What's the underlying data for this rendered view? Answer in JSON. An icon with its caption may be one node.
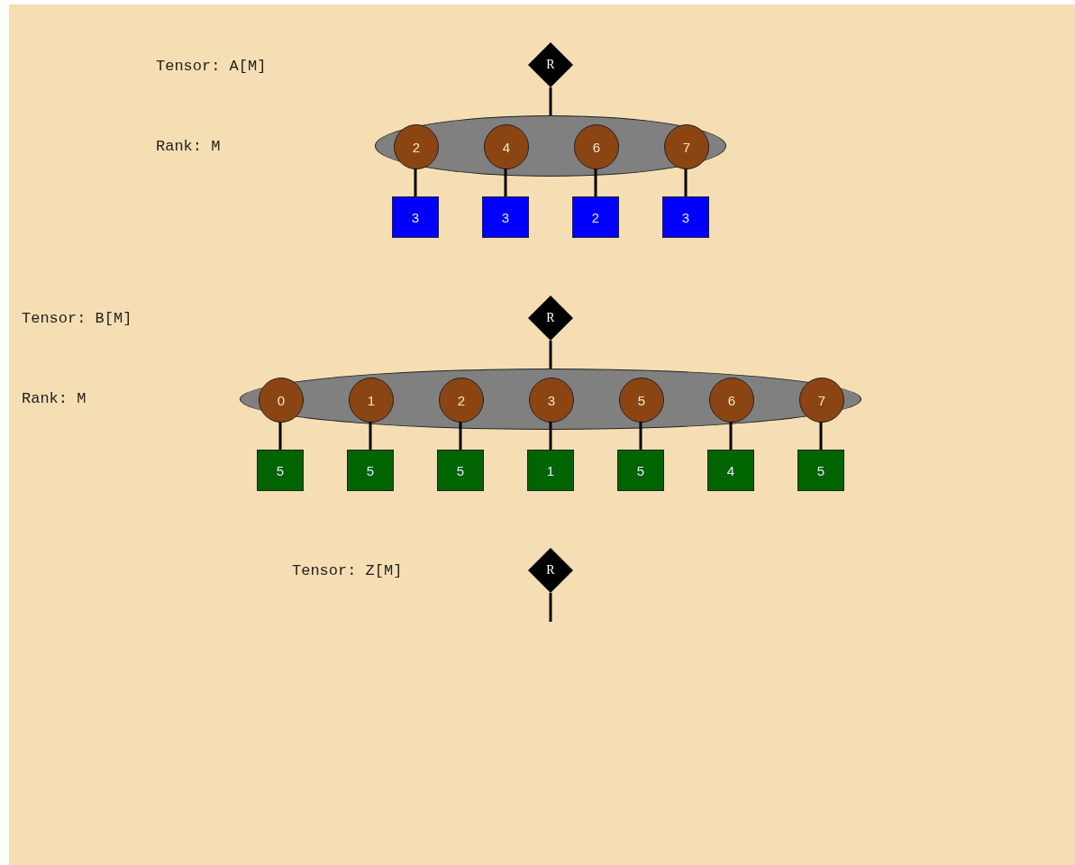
{
  "diagram": {
    "nodes": [
      {
        "text": [
          "R"
        ]
      },
      {
        "text": [],
        "shape": "ellipse"
      },
      {
        "text": [
          "2"
        ],
        "in": 1
      },
      {
        "text": [
          "4"
        ],
        "in": 1
      },
      {
        "text": [
          "6"
        ],
        "in": 1
      },
      {
        "text": [
          "7"
        ],
        "in": 1
      },
      {
        "text": [
          "3"
        ]
      },
      {
        "text": [
          "3"
        ]
      },
      {
        "text": [
          "2"
        ]
      },
      {
        "text": [
          "3"
        ]
      },
      {
        "text": [
          "R"
        ]
      },
      {
        "text": [],
        "shape": "ellipse"
      },
      {
        "text": [
          "0"
        ],
        "in": 11
      },
      {
        "text": [
          "1"
        ],
        "in": 11
      },
      {
        "text": [
          "2"
        ],
        "in": 11
      },
      {
        "text": [
          "3"
        ],
        "in": 11
      },
      {
        "text": [
          "5"
        ],
        "in": 11
      },
      {
        "text": [
          "6"
        ],
        "in": 11
      },
      {
        "text": [
          "7"
        ],
        "in": 11
      },
      {
        "text": [
          "5"
        ]
      },
      {
        "text": [
          "5"
        ]
      },
      {
        "text": [
          "5"
        ]
      },
      {
        "text": [
          "1"
        ]
      },
      {
        "text": [
          "5"
        ]
      },
      {
        "text": [
          "4"
        ]
      },
      {
        "text": [
          "5"
        ]
      },
      {
        "text": [
          "R"
        ]
      }
    ],
    "edges": [
      {
        "from": 0,
        "to": 1,
        "arrow": "none"
      },
      {
        "from": 2,
        "to": 6,
        "arrow": "none"
      },
      {
        "from": 3,
        "to": 7,
        "arrow": "none"
      },
      {
        "from": 4,
        "to": 8,
        "arrow": "none"
      },
      {
        "from": 5,
        "to": 9,
        "arrow": "none"
      },
      {
        "from": 10,
        "to": 11,
        "arrow": "none"
      },
      {
        "from": 12,
        "to": 19,
        "arrow": "none"
      },
      {
        "from": 13,
        "to": 20,
        "arrow": "none"
      },
      {
        "from": 14,
        "to": 21,
        "arrow": "none"
      },
      {
        "from": 15,
        "to": 22,
        "arrow": "none"
      },
      {
        "from": 16,
        "to": 23,
        "arrow": "none"
      },
      {
        "from": 17,
        "to": 24,
        "arrow": "none"
      },
      {
        "from": 18,
        "to": 25,
        "arrow": "none"
      },
      {
        "from": 26,
        "to": null,
        "arrow": "none"
      }
    ],
    "labels": [
      "Tensor: A[M]",
      "Rank: M",
      "Tensor: B[M]",
      "Rank: M",
      "Tensor: Z[M]"
    ]
  }
}
